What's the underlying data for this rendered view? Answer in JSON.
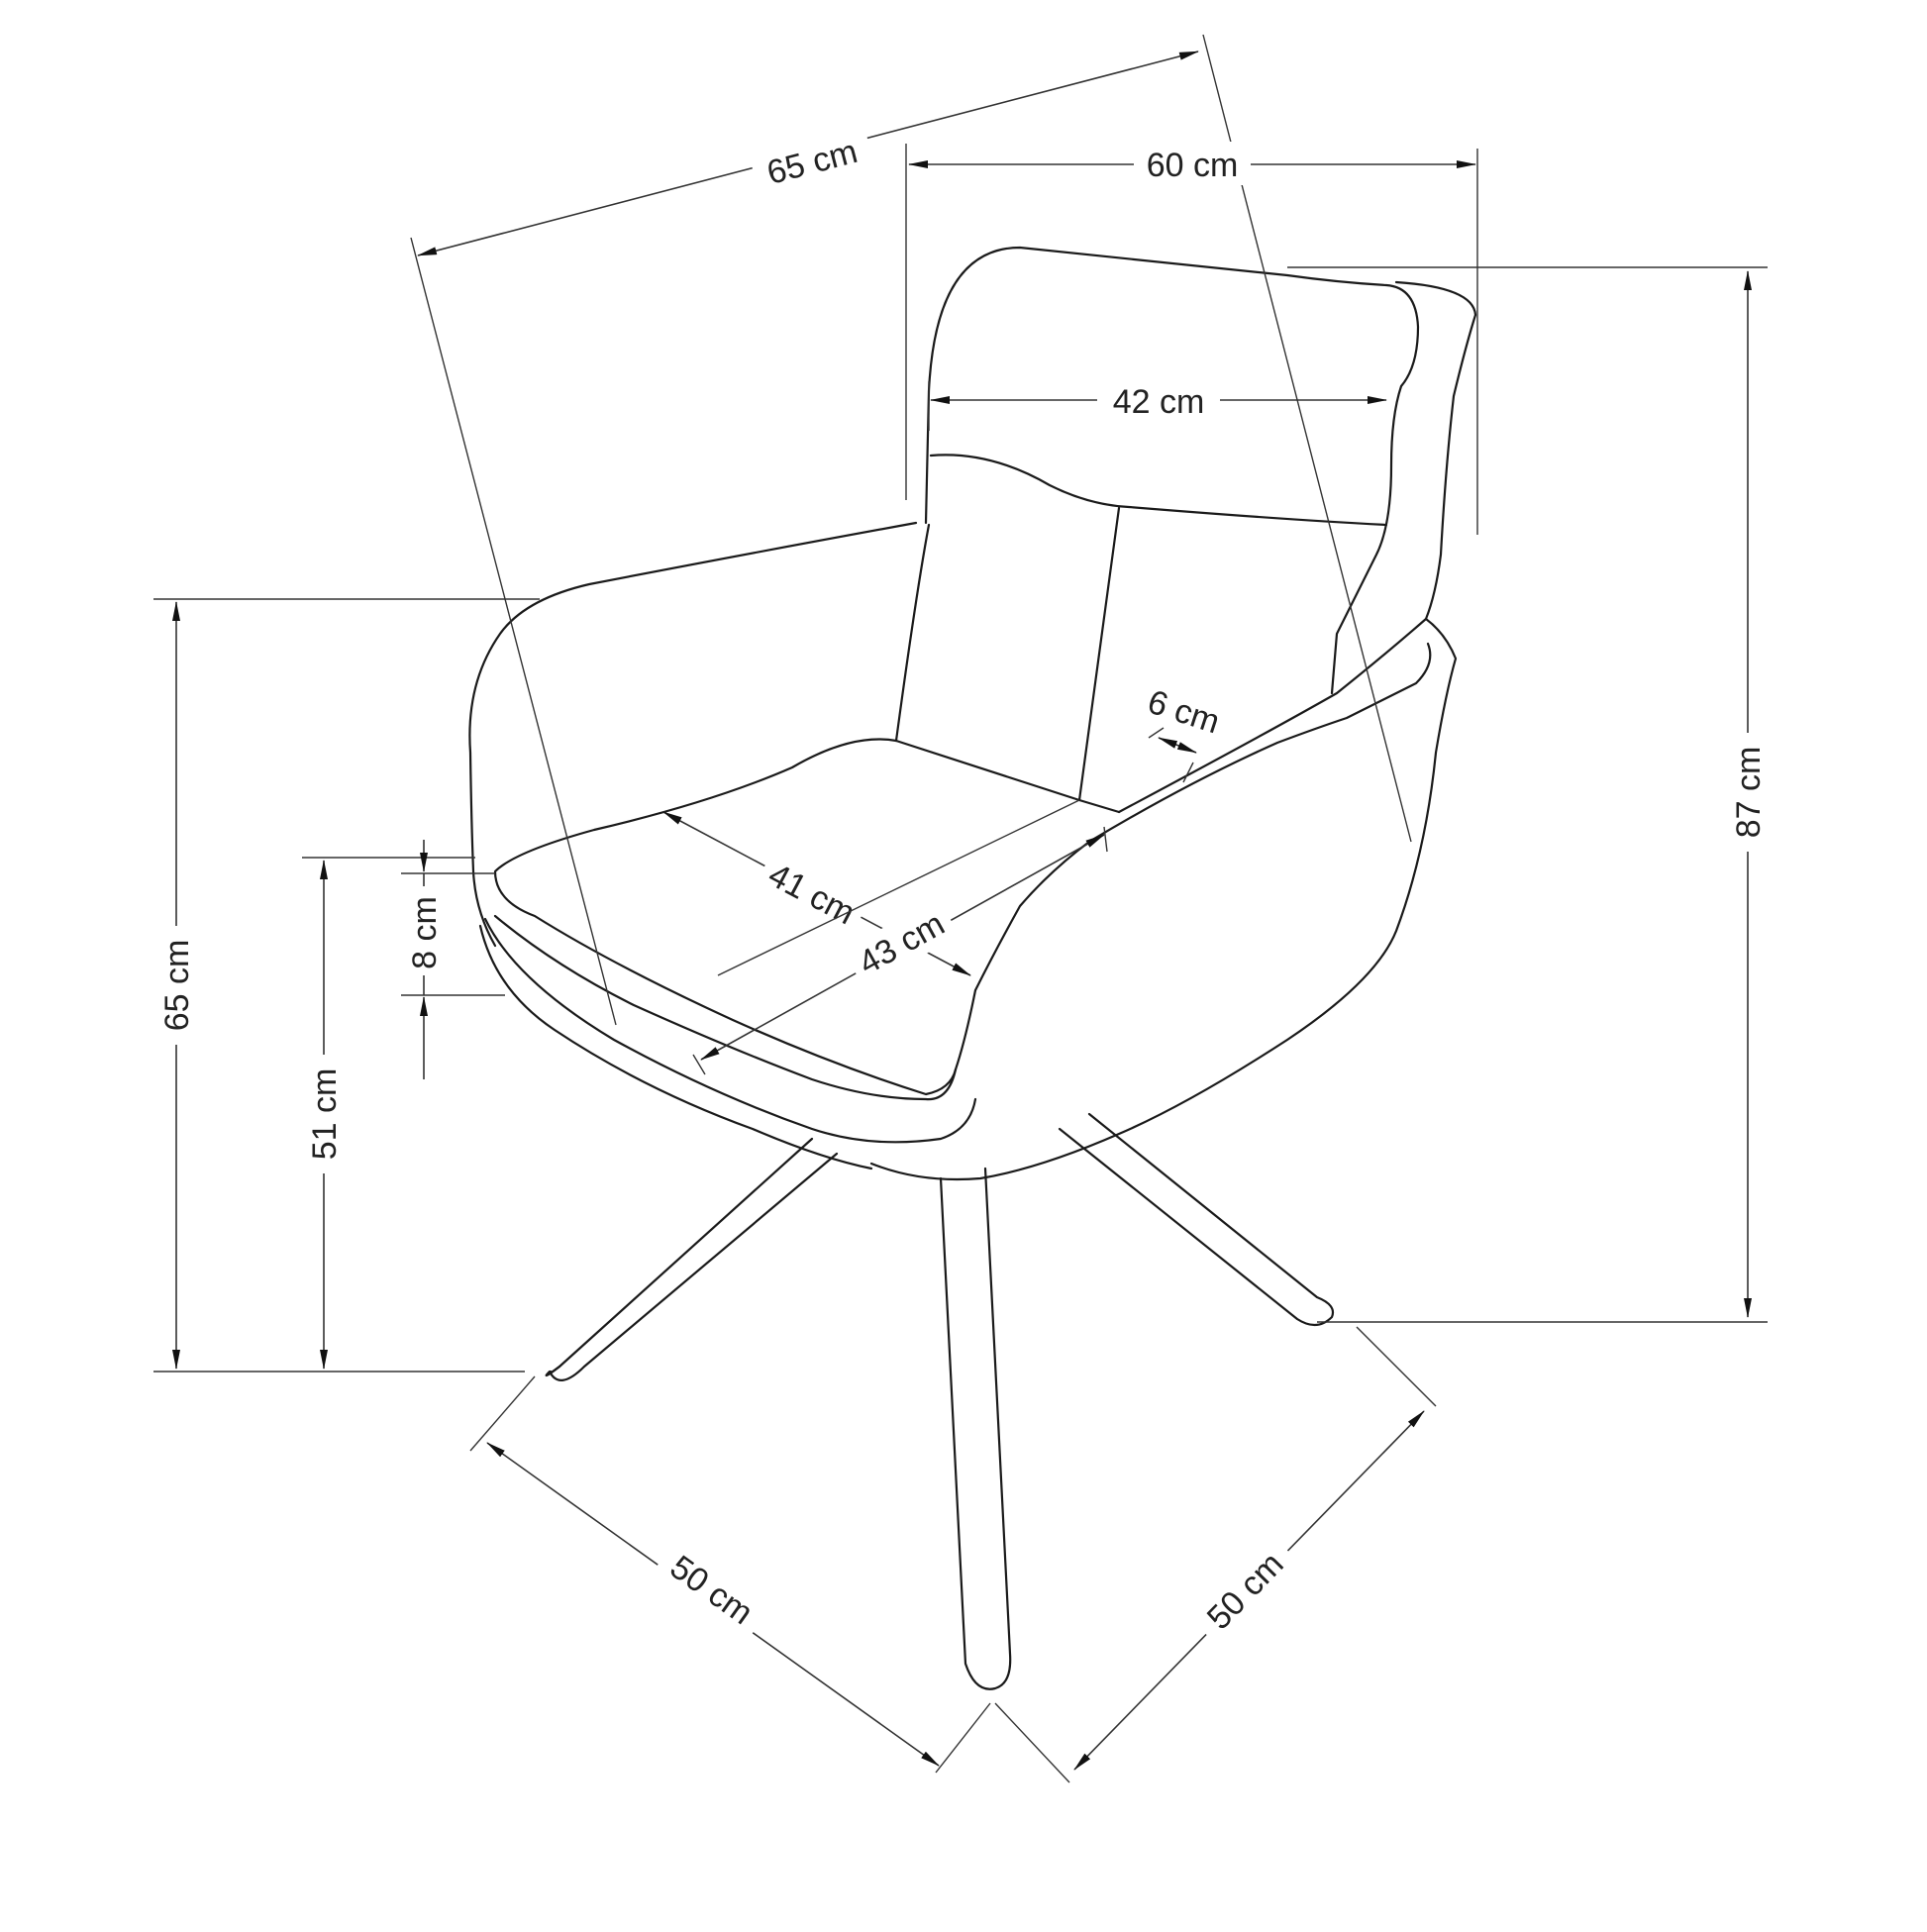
{
  "diagram": {
    "dimensions": {
      "total_depth": "65 cm",
      "total_width": "60 cm",
      "backrest_width": "42 cm",
      "total_height": "87 cm",
      "armrest_height": "65 cm",
      "seat_height": "51 cm",
      "seat_thickness": "8 cm",
      "seat_depth": "41 cm",
      "seat_width": "43 cm",
      "armrest_width": "6 cm",
      "base_left": "50 cm",
      "base_right": "50 cm"
    },
    "colors": {
      "line": "#1a1a1a",
      "background": "#ffffff"
    }
  }
}
